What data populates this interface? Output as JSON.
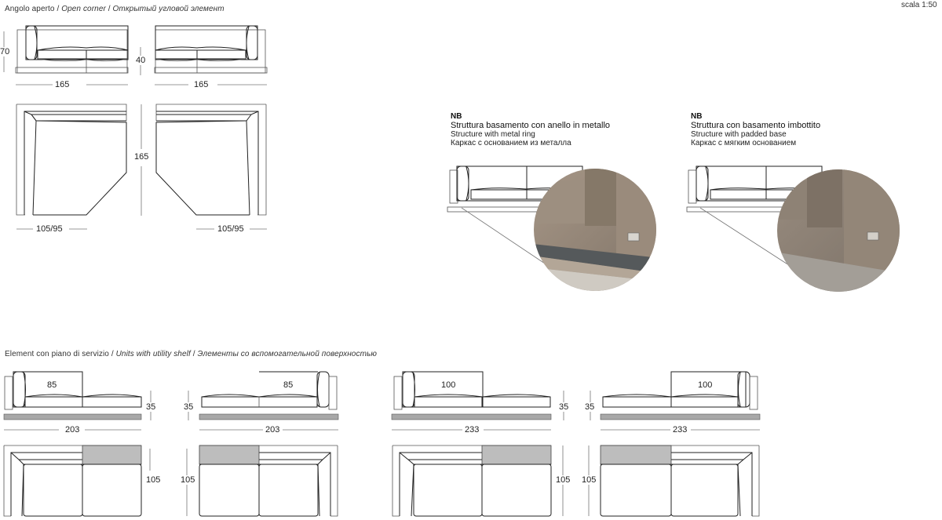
{
  "header": {
    "scale_label": "scala 1:50"
  },
  "open_corner": {
    "title_it": "Angolo aperto",
    "title_en": "Open corner",
    "title_ru": "Открытый угловой элемент",
    "separator": " / ",
    "side_views": [
      {
        "width": "165",
        "height": "70"
      },
      {
        "width": "165",
        "seat_height": "40"
      }
    ],
    "plan_views": [
      {
        "depth_label": "105/95"
      },
      {
        "depth_label": "105/95"
      }
    ],
    "plan_length": "165"
  },
  "notes": [
    {
      "tag": "NB",
      "it": "Struttura basamento con anello in metallo",
      "en": "Structure with metal ring",
      "ru": "Каркас с основанием из металла",
      "photo": "sofa-base-metal-ring-detail"
    },
    {
      "tag": "NB",
      "it": "Struttura con basamento imbottito",
      "en": "Structure with padded base",
      "ru": "Каркас с мягким основанием",
      "photo": "sofa-padded-base-detail"
    }
  ],
  "utility_units": {
    "title_it": "Element con piano di servizio",
    "title_en": "Units with utility shelf",
    "title_ru": "Элементы со вспомогательной поверхностью",
    "separator": " / ",
    "units": [
      {
        "shelf_width": "85",
        "total_width": "203",
        "seat_height": "35",
        "depth": "105",
        "orientation": "left"
      },
      {
        "shelf_width": "85",
        "total_width": "203",
        "seat_height": "35",
        "depth": "105",
        "orientation": "right"
      },
      {
        "shelf_width": "100",
        "total_width": "233",
        "seat_height": "35",
        "depth": "105",
        "orientation": "left"
      },
      {
        "shelf_width": "100",
        "total_width": "233",
        "seat_height": "35",
        "depth": "105",
        "orientation": "right"
      }
    ]
  },
  "colors": {
    "line": "#222222",
    "shelf_fill": "#bdbdbd",
    "base_fill": "#a8a8a8",
    "photo_upholstery": "#8a7d70",
    "photo_ring": "#5a5e5f"
  }
}
